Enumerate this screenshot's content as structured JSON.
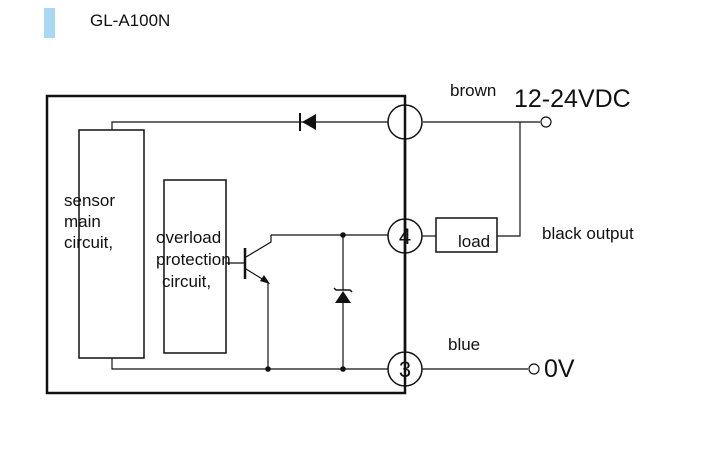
{
  "header": {
    "model": "GL-A100N",
    "accent_color": "#a9d8f5"
  },
  "diagram": {
    "blocks": {
      "sensor_main": [
        "sensor",
        "main",
        "circuit,"
      ],
      "overload": [
        "overload",
        "protection",
        "circuit,"
      ],
      "load": "load"
    },
    "terminals": {
      "output": "4",
      "ground": "3"
    },
    "wires": {
      "brown": {
        "color": "brown",
        "value": "12-24VDC"
      },
      "black": "black output",
      "blue": {
        "color": "blue",
        "value": "0V"
      }
    }
  }
}
